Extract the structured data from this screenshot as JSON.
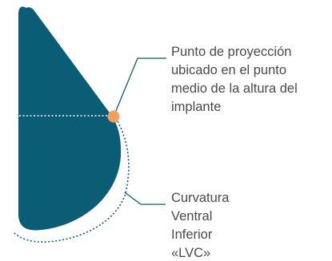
{
  "annotations": {
    "projection_point": {
      "lines": [
        "Punto de proyección",
        "ubicado en el punto",
        "medio de la altura del",
        "implante"
      ]
    },
    "lower_curvature": {
      "lines": [
        "Curvatura",
        "Ventral",
        "Inferior",
        "«LVC»"
      ]
    }
  },
  "colors": {
    "implant_fill": "#0b5d75",
    "dotted_line": "#ffffff",
    "leader_line": "#0b5d75",
    "projection_marker": "#f5a05a",
    "label_text": "#4a4a4a"
  }
}
